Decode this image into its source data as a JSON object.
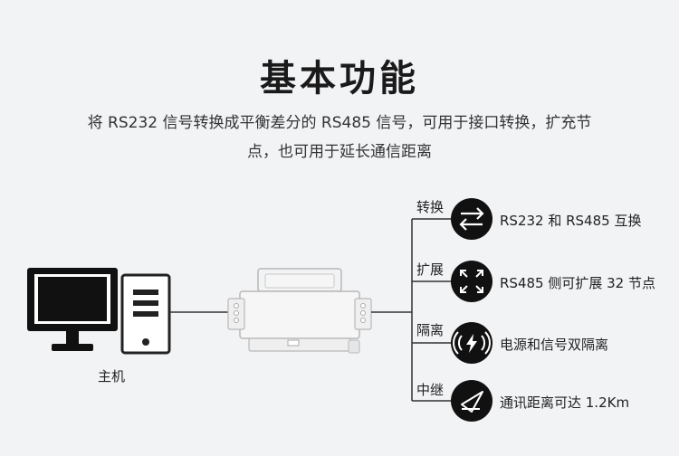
{
  "title": "基本功能",
  "description": {
    "line1": "将 RS232 信号转换成平衡差分的 RS485 信号，可用于接口转换，扩充节",
    "line2": "点，也可用于延长通信距离"
  },
  "computer_label": "主机",
  "features": [
    {
      "label": "转换",
      "text": "RS232 和 RS485 互换",
      "icon": "swap-arrows-icon"
    },
    {
      "label": "扩展",
      "text": "RS485 侧可扩展 32 节点",
      "icon": "expand-arrows-icon"
    },
    {
      "label": "隔离",
      "text": "电源和信号双隔离",
      "icon": "isolation-lightning-icon"
    },
    {
      "label": "中继",
      "text": "通讯距离可达 1.2Km",
      "icon": "send-arrow-icon"
    }
  ]
}
